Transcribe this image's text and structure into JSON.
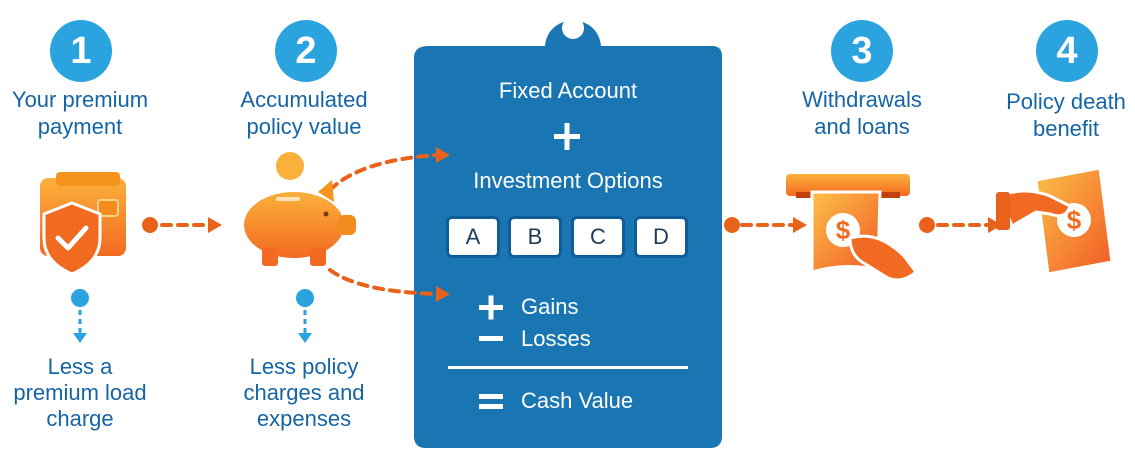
{
  "steps": [
    {
      "number": "1",
      "label_line1": "Your premium",
      "label_line2": "payment"
    },
    {
      "number": "2",
      "label_line1": "Accumulated",
      "label_line2": "policy value"
    },
    {
      "number": "3",
      "label_line1": "Withdrawals",
      "label_line2": "and loans"
    },
    {
      "number": "4",
      "label_line1": "Policy death",
      "label_line2": "benefit"
    }
  ],
  "deductions": [
    {
      "line1": "Less a",
      "line2": "premium load",
      "line3": "charge"
    },
    {
      "line1": "Less policy",
      "line2": "charges and",
      "line3": "expenses"
    }
  ],
  "panel": {
    "fixed_account": "Fixed Account",
    "investment_options": "Investment Options",
    "options": [
      "A",
      "B",
      "C",
      "D"
    ],
    "gains": "Gains",
    "losses": "Losses",
    "cash_value": "Cash Value"
  },
  "colors": {
    "panel_blue": "#1a76b3",
    "step_circle": "#2ba3df",
    "label_blue": "#1565a6",
    "arrow_orange": "#e8621c",
    "icon_orange": "#f7941d"
  }
}
